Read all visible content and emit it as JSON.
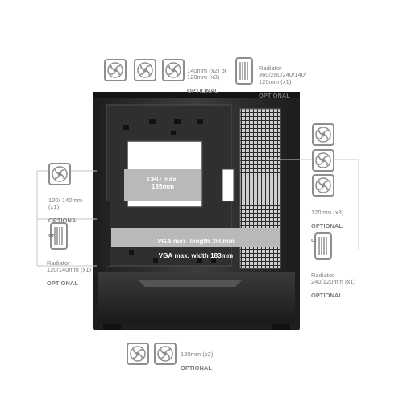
{
  "labels": {
    "top_fans": "140mm (x2) or\n120mm (x3)",
    "top_fans_optional": "OPTIONAL",
    "top_radiator": "Radiator\n360/280/240/140/\n120mm (x1)",
    "top_radiator_optional": "OPTIONAL",
    "cpu": "CPU max.\n185mm",
    "rear_fan": "120/ 140mm\n(x1)",
    "rear_fan_optional": "OPTIONAL",
    "rear_or": "or",
    "rear_radiator": "Radiator\n120/140mm (x1)",
    "rear_radiator_optional": "OPTIONAL",
    "front_fans": "120mm (x3)",
    "front_fans_optional": "OPTIONAL",
    "front_or": "or",
    "front_radiator": "Radiator\n240/120mm (x1)",
    "front_radiator_optional": "OPTIONAL",
    "vga_length": "VGA max. length 390mm",
    "vga_width": "VGA max. width 183mm",
    "bottom_fans": "120mm (x2)",
    "bottom_fans_optional": "OPTIONAL"
  },
  "colors": {
    "icon": "#8e8e8e",
    "case_dark": "#2b2b2b",
    "case_panel": "#3a3a3a",
    "highlight_box": "#b9b9b9"
  },
  "icons": [
    "fan-icon",
    "radiator-icon"
  ]
}
